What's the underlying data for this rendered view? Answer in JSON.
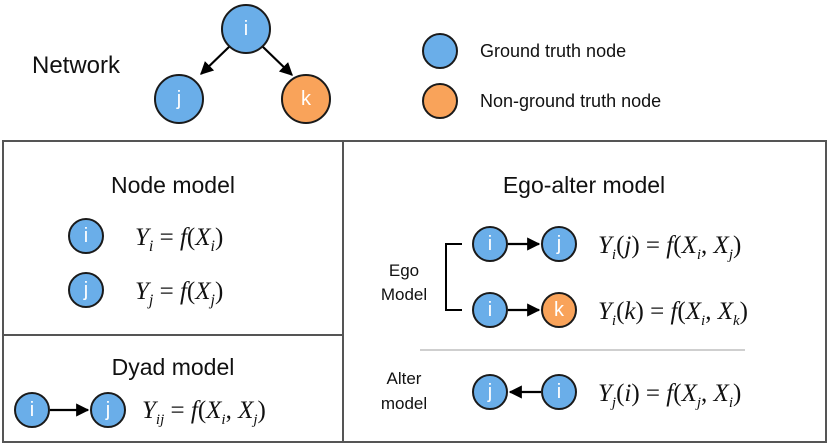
{
  "network": {
    "label": "Network",
    "nodes": {
      "i": "i",
      "j": "j",
      "k": "k"
    }
  },
  "legend": {
    "ground_truth": "Ground truth node",
    "non_ground_truth": "Non-ground truth node"
  },
  "node_model": {
    "title": "Node model",
    "row1_node": "i",
    "row2_node": "j"
  },
  "dyad_model": {
    "title": "Dyad model",
    "from_node": "i",
    "to_node": "j"
  },
  "ego_alter_model": {
    "title": "Ego-alter model",
    "ego_label_line1": "Ego",
    "ego_label_line2": "Model",
    "alter_label_line1": "Alter",
    "alter_label_line2": "model",
    "ego_row1": {
      "from": "i",
      "to": "j"
    },
    "ego_row2": {
      "from": "i",
      "to": "k"
    },
    "alter_row": {
      "left": "j",
      "right": "i"
    }
  },
  "colors": {
    "ground_truth": "#6aaee9",
    "non_ground_truth": "#f9a35a"
  }
}
